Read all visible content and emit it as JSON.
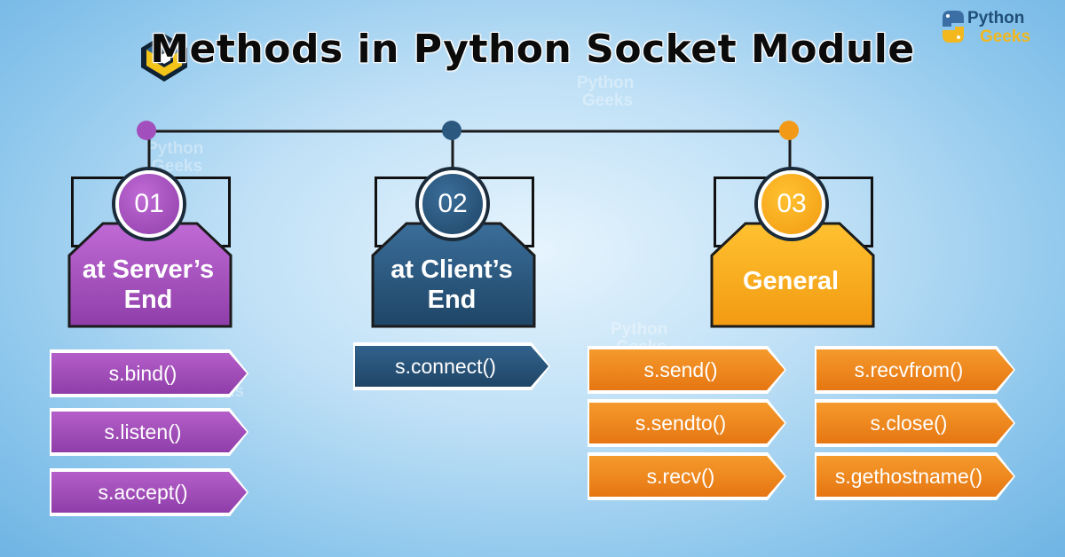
{
  "title": "Methods in Python Socket Module",
  "brand": {
    "line1": "Python",
    "line2": "Geeks"
  },
  "watermark": {
    "line1": "Python",
    "line2": "Geeks"
  },
  "colors": {
    "purple": "#a24fbd",
    "navy": "#2a587f",
    "orange": "#f08a1f",
    "line": "#1b1b1b"
  },
  "categories": [
    {
      "number": "01",
      "label_line1": "at Server’s",
      "label_line2": "End",
      "color": "#a24fbd"
    },
    {
      "number": "02",
      "label_line1": "at Client’s",
      "label_line2": "End",
      "color": "#2a587f"
    },
    {
      "number": "03",
      "label_line1": "General",
      "label_line2": "",
      "color": "#f08a1f"
    }
  ],
  "methods": {
    "server": [
      "s.bind()",
      "s.listen()",
      "s.accept()"
    ],
    "client": [
      "s.connect()"
    ],
    "general_left": [
      "s.send()",
      "s.sendto()",
      "s.recv()"
    ],
    "general_right": [
      "s.recvfrom()",
      "s.close()",
      "s.gethostname()"
    ]
  }
}
